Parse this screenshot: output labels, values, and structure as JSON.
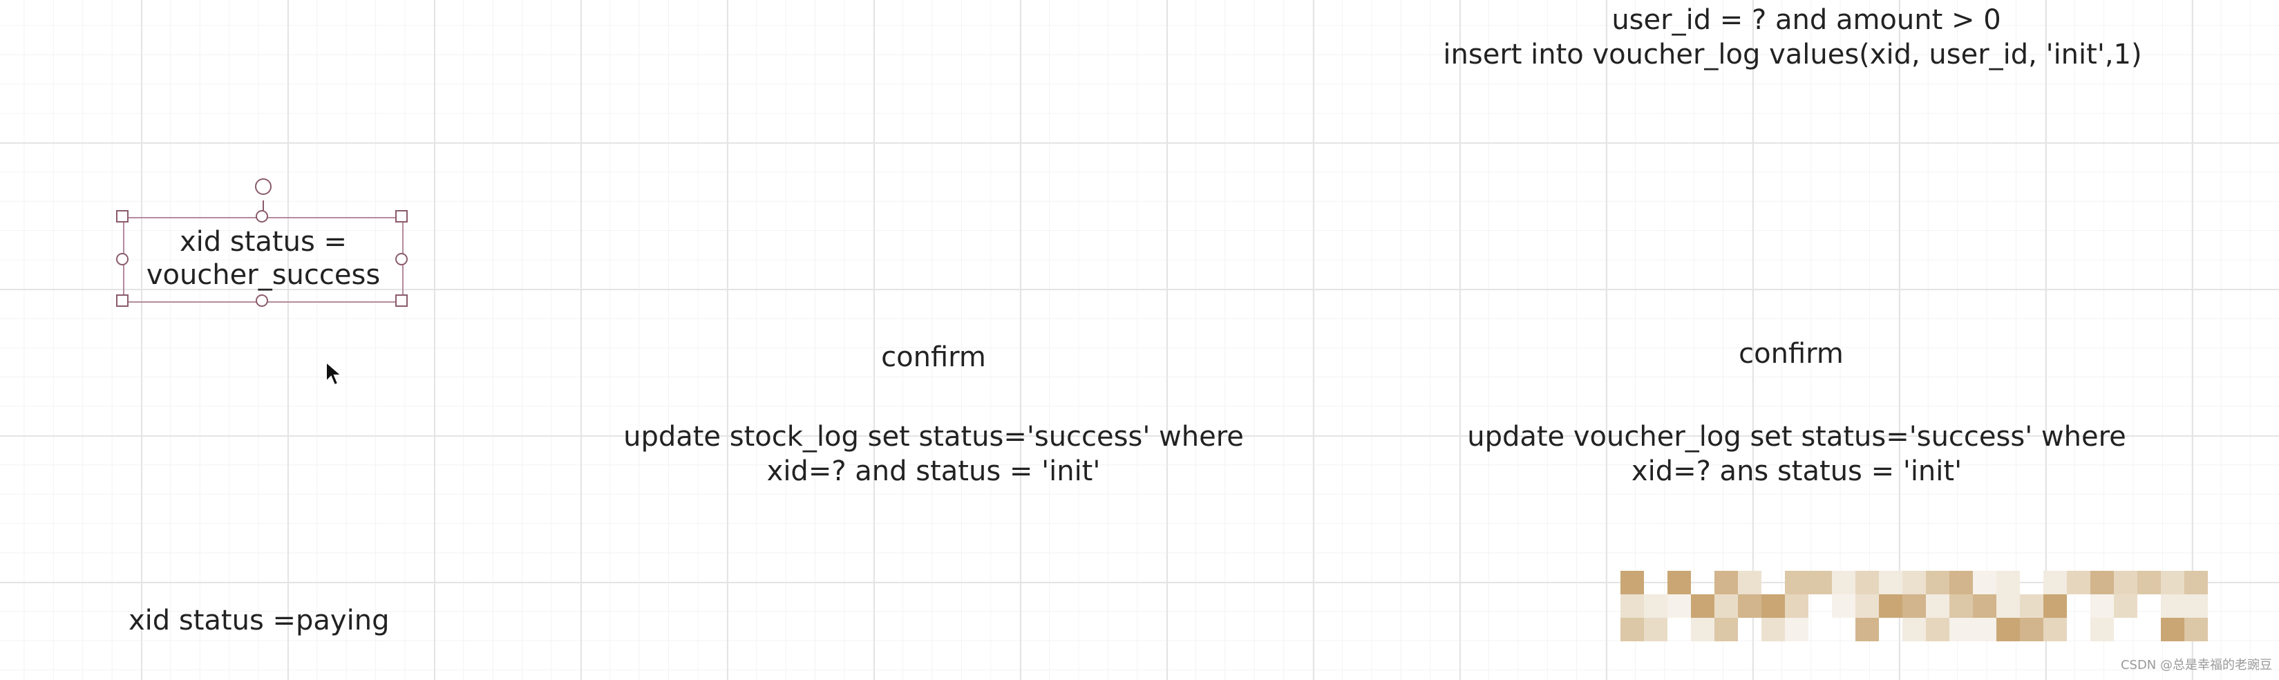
{
  "texts": {
    "top_line1": "user_id = ? and amount > 0",
    "top_line2": "insert into voucher_log values(xid, user_id, 'init',1)",
    "box_line1": "xid status =",
    "box_line2": "voucher_success",
    "confirm_left": "confirm",
    "confirm_right": "confirm",
    "update_left_line1": "update stock_log set status='success' where",
    "update_left_line2": "xid=? and status = 'init'",
    "update_right_line1": "update voucher_log set status='success' where",
    "update_right_line2": "xid=? ans status = 'init'",
    "paying": "xid status =paying"
  },
  "watermark": "CSDN @总是幸福的老豌豆",
  "colors": {
    "grid_major": "#e4e4e4",
    "grid_minor": "#f3f3f3",
    "selection_border": "#b48a9c",
    "handle_stroke": "#8a5a6c",
    "text": "#222222"
  }
}
